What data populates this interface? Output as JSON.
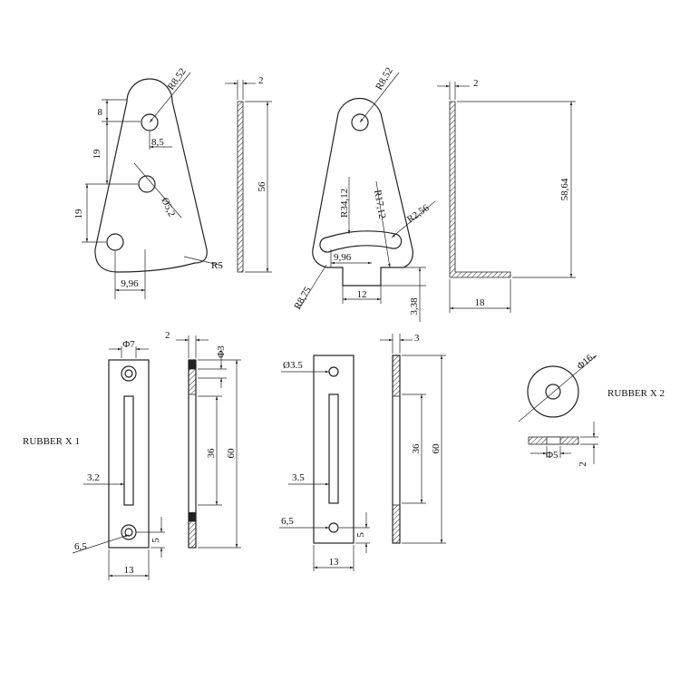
{
  "part_a": {
    "radius_top": "R8,52",
    "top_offset": "8",
    "hole_offset": "8,5",
    "spacing_1": "19",
    "spacing_2": "19",
    "hole_dia": "Ø5,2",
    "corner_radius": "R5",
    "bottom_offset": "9,96",
    "thickness": "2",
    "height": "56"
  },
  "part_b": {
    "radius_top": "R8,52",
    "slot_radius_outer": "R34,12",
    "slot_radius_inner": "R17,12",
    "slot_end_radius": "R2,56",
    "slot_offset": "9,96",
    "corner_radius": "R8,75",
    "tab_width": "12",
    "tab_height": "3,38",
    "thickness": "2",
    "height": "58,64",
    "foot_length": "18"
  },
  "plate_c": {
    "hole_dia": "Φ7",
    "slot_width": "3.2",
    "hole_offset": "6,5",
    "width": "13",
    "bottom_offset": "5",
    "thickness": "2",
    "small_hole": "Φ3",
    "slot_length": "36",
    "length": "60",
    "caption": "RUBBER X 1"
  },
  "plate_d": {
    "hole_dia": "Ø3.5",
    "slot_width": "3.5",
    "hole_offset": "6,5",
    "width": "13",
    "bottom_offset": "5",
    "thickness": "3",
    "slot_length": "36",
    "length": "60"
  },
  "washer": {
    "outer_dia": "Φ16",
    "inner_dia": "Φ5",
    "thickness": "2",
    "caption": "RUBBER X 2"
  }
}
